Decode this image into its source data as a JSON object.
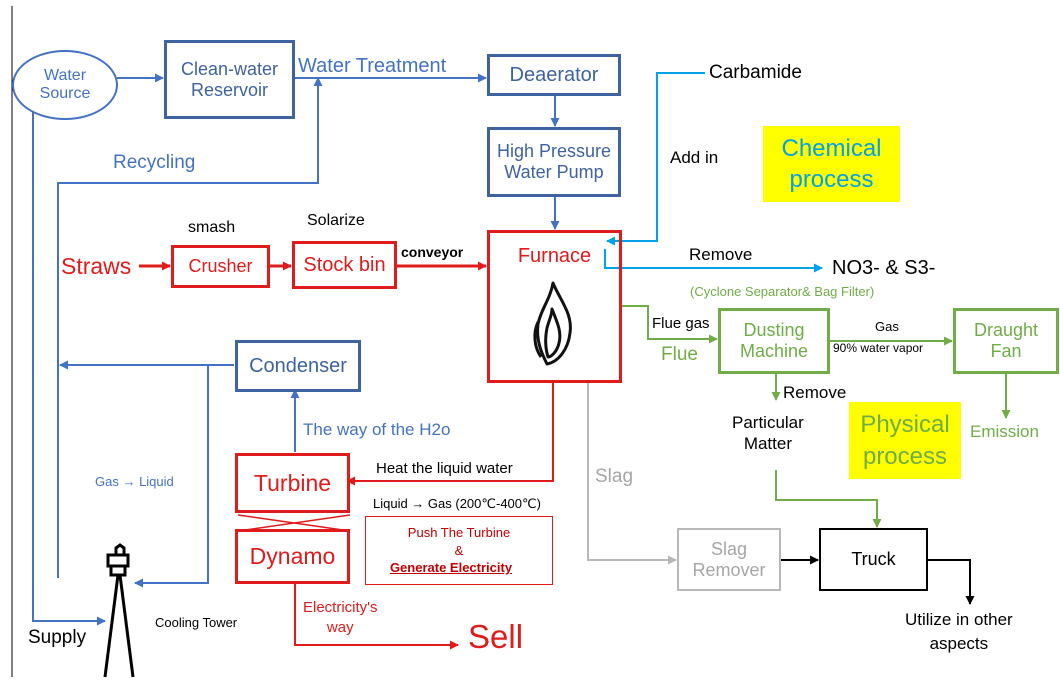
{
  "nodes": {
    "water_source": "Water\nSource",
    "clean_water_reservoir": "Clean-water\nReservoir",
    "deaerator": "Deaerator",
    "high_pressure_pump": "High Pressure\nWater Pump",
    "crusher": "Crusher",
    "stock_bin": "Stock bin",
    "furnace": "Furnace",
    "condenser": "Condenser",
    "turbine": "Turbine",
    "dynamo": "Dynamo",
    "dusting_machine": "Dusting\nMachine",
    "draught_fan": "Draught\nFan",
    "slag_remover": "Slag\nRemover",
    "truck": "Truck",
    "cooling_tower": "Cooling Tower"
  },
  "labels": {
    "water_treatment": "Water Treatment",
    "recycling": "Recycling",
    "carbamide": "Carbamide",
    "add_in": "Add in",
    "smash": "smash",
    "solarize": "Solarize",
    "straws": "Straws",
    "conveyor": "conveyor",
    "remove_top": "Remove",
    "no3_s3": "NO3- & S3-",
    "cyclone": "(Cyclone Separator& Bag Filter)",
    "flue_gas": "Flue gas",
    "flue": "Flue",
    "gas": "Gas",
    "water_vapor": "90% water vapor",
    "remove_mid": "Remove",
    "particular_matter": "Particular\nMatter",
    "emission": "Emission",
    "way_of_h2o": "The way of the H2o",
    "heat_liquid": "Heat the liquid water",
    "liquid_gas_temp": "Liquid → Gas  (200℃-400℃)",
    "push_turbine": "Push The Turbine",
    "ampersand": "&",
    "generate_electricity": "Generate Electricity",
    "gas_liquid": "Gas → Liquid",
    "slag": "Slag",
    "electricity_way": "Electricity's\nway",
    "sell": "Sell",
    "supply": "Supply",
    "utilize": "Utilize in other\naspects"
  },
  "highlights": {
    "chemical": "Chemical\nprocess",
    "physical": "Physical\nprocess"
  },
  "icons": {
    "flame": "flame-icon",
    "star": "star-icon",
    "cooling_tower": "cooling-tower-icon"
  },
  "colors": {
    "water_blue": "#3f63a0",
    "light_blue": "#00a2e8",
    "red": "#e01b1b",
    "green": "#70ad47",
    "gray": "#b8b8b8",
    "highlight": "#ffff00",
    "star_fill": "#ffc000"
  }
}
